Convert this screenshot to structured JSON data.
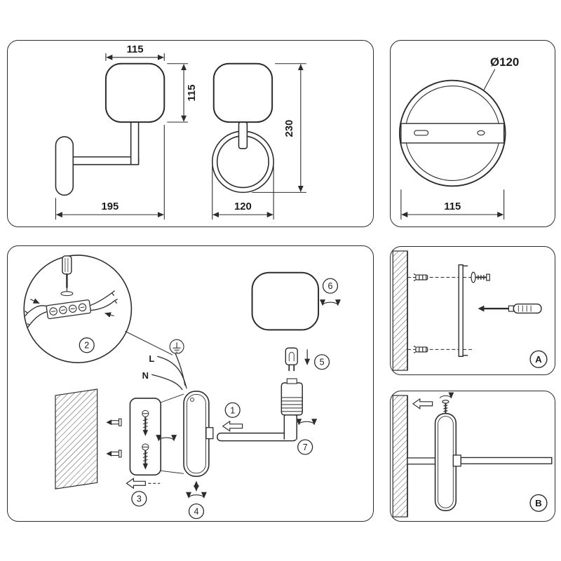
{
  "colors": {
    "line": "#2c2c2c",
    "background": "#ffffff"
  },
  "dimension_drawings": {
    "side_view": {
      "shade_width": "115",
      "shade_height": "115",
      "total_depth": "195"
    },
    "front_view": {
      "total_height": "230",
      "ring_width": "120"
    },
    "top_view": {
      "diameter": "Ø120",
      "bracket_width": "115"
    }
  },
  "installation": {
    "step_numbers": {
      "arm_insert": "1",
      "wiring_detail": "2",
      "bracket_mount": "3",
      "plate_attach": "4",
      "bulb_insert": "5",
      "shade_attach": "6",
      "arm_tighten": "7"
    },
    "wire_labels": {
      "live": "L",
      "neutral": "N"
    },
    "view_labels": {
      "step_a": "A",
      "step_b": "B"
    }
  }
}
